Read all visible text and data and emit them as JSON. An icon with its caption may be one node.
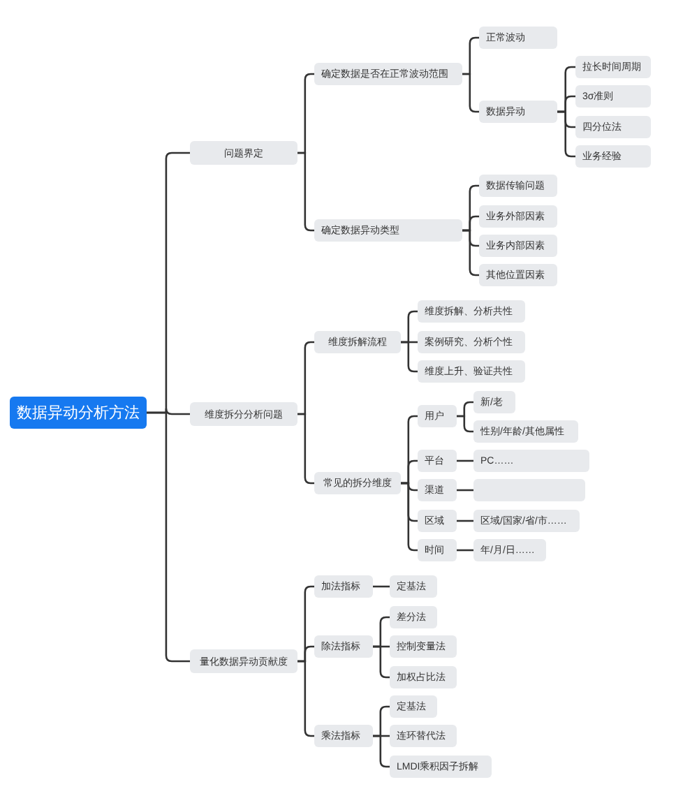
{
  "diagram": {
    "nodes": [
      {
        "text": [
          "数据异动分析方法"
        ]
      },
      {
        "text": [
          "问题界定"
        ]
      },
      {
        "text": [
          "确定数据是否在正常波动范围"
        ]
      },
      {
        "text": [
          "正常波动"
        ]
      },
      {
        "text": [
          "数据异动"
        ]
      },
      {
        "text": [
          "拉长时间周期"
        ]
      },
      {
        "text": [
          "3σ准则"
        ]
      },
      {
        "text": [
          "四分位法"
        ]
      },
      {
        "text": [
          "业务经验"
        ]
      },
      {
        "text": [
          "确定数据异动类型"
        ]
      },
      {
        "text": [
          "数据传输问题"
        ]
      },
      {
        "text": [
          "业务外部因素"
        ]
      },
      {
        "text": [
          "业务内部因素"
        ]
      },
      {
        "text": [
          "其他位置因素"
        ]
      },
      {
        "text": [
          "维度拆分分析问题"
        ]
      },
      {
        "text": [
          "维度拆解流程"
        ]
      },
      {
        "text": [
          "维度拆解、分析共性"
        ]
      },
      {
        "text": [
          "案例研究、分析个性"
        ]
      },
      {
        "text": [
          "维度上升、验证共性"
        ]
      },
      {
        "text": [
          "常见的拆分维度"
        ]
      },
      {
        "text": [
          "用户"
        ]
      },
      {
        "text": [
          "新/老"
        ]
      },
      {
        "text": [
          "性别/年龄/其他属性"
        ]
      },
      {
        "text": [
          "平台"
        ]
      },
      {
        "text": [
          "PC……"
        ]
      },
      {
        "text": [
          "渠道"
        ]
      },
      {
        "text": [],
        "shape": "box"
      },
      {
        "text": [
          "区域"
        ]
      },
      {
        "text": [
          "区域/国家/省/市……"
        ]
      },
      {
        "text": [
          "时间"
        ]
      },
      {
        "text": [
          "年/月/日……"
        ]
      },
      {
        "text": [
          "量化数据异动贡献度"
        ]
      },
      {
        "text": [
          "加法指标"
        ]
      },
      {
        "text": [
          "定基法"
        ]
      },
      {
        "text": [
          "除法指标"
        ]
      },
      {
        "text": [
          "差分法"
        ]
      },
      {
        "text": [
          "控制变量法"
        ]
      },
      {
        "text": [
          "加权占比法"
        ]
      },
      {
        "text": [
          "乘法指标"
        ]
      },
      {
        "text": [
          "定基法"
        ]
      },
      {
        "text": [
          "连环替代法"
        ]
      },
      {
        "text": [
          "LMDI乘积因子拆解"
        ]
      }
    ],
    "edges": [
      {
        "from": 0,
        "to": 1,
        "arrow": "none"
      },
      {
        "from": 0,
        "to": 14,
        "arrow": "none"
      },
      {
        "from": 0,
        "to": 31,
        "arrow": "none"
      },
      {
        "from": 1,
        "to": 2,
        "arrow": "none"
      },
      {
        "from": 1,
        "to": 9,
        "arrow": "none"
      },
      {
        "from": 2,
        "to": 3,
        "arrow": "none"
      },
      {
        "from": 2,
        "to": 4,
        "arrow": "none"
      },
      {
        "from": 4,
        "to": 5,
        "arrow": "none"
      },
      {
        "from": 4,
        "to": 6,
        "arrow": "none"
      },
      {
        "from": 4,
        "to": 7,
        "arrow": "none"
      },
      {
        "from": 4,
        "to": 8,
        "arrow": "none"
      },
      {
        "from": 9,
        "to": 10,
        "arrow": "none"
      },
      {
        "from": 9,
        "to": 11,
        "arrow": "none"
      },
      {
        "from": 9,
        "to": 12,
        "arrow": "none"
      },
      {
        "from": 9,
        "to": 13,
        "arrow": "none"
      },
      {
        "from": 14,
        "to": 15,
        "arrow": "none"
      },
      {
        "from": 14,
        "to": 19,
        "arrow": "none"
      },
      {
        "from": 15,
        "to": 16,
        "arrow": "none"
      },
      {
        "from": 15,
        "to": 17,
        "arrow": "none"
      },
      {
        "from": 15,
        "to": 18,
        "arrow": "none"
      },
      {
        "from": 19,
        "to": 20,
        "arrow": "none"
      },
      {
        "from": 19,
        "to": 23,
        "arrow": "none"
      },
      {
        "from": 19,
        "to": 25,
        "arrow": "none"
      },
      {
        "from": 19,
        "to": 27,
        "arrow": "none"
      },
      {
        "from": 19,
        "to": 29,
        "arrow": "none"
      },
      {
        "from": 20,
        "to": 21,
        "arrow": "none"
      },
      {
        "from": 20,
        "to": 22,
        "arrow": "none"
      },
      {
        "from": 23,
        "to": 24,
        "arrow": "none"
      },
      {
        "from": 25,
        "to": 26,
        "arrow": "none"
      },
      {
        "from": 27,
        "to": 28,
        "arrow": "none"
      },
      {
        "from": 29,
        "to": 30,
        "arrow": "none"
      },
      {
        "from": 31,
        "to": 32,
        "arrow": "none"
      },
      {
        "from": 31,
        "to": 34,
        "arrow": "none"
      },
      {
        "from": 31,
        "to": 38,
        "arrow": "none"
      },
      {
        "from": 32,
        "to": 33,
        "arrow": "none"
      },
      {
        "from": 34,
        "to": 35,
        "arrow": "none"
      },
      {
        "from": 34,
        "to": 36,
        "arrow": "none"
      },
      {
        "from": 34,
        "to": 37,
        "arrow": "none"
      },
      {
        "from": 38,
        "to": 39,
        "arrow": "none"
      },
      {
        "from": 38,
        "to": 40,
        "arrow": "none"
      },
      {
        "from": 38,
        "to": 41,
        "arrow": "none"
      }
    ]
  }
}
